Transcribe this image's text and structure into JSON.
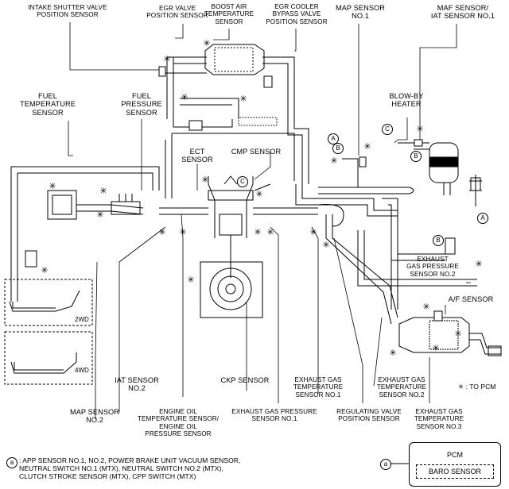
{
  "labels": {
    "intake_shutter": "INTAKE SHUTTER VALVE\nPOSITION SENSOR",
    "egr_valve": "EGR VALVE\nPOSITION SENSOR",
    "boost_air": "BOOST AIR\nTEMPERATURE\nSENSOR",
    "egr_cooler": "EGR COOLER\nBYPASS VALVE\nPOSITION SENSOR",
    "map1": "MAP SENSOR\nNO.1",
    "maf": "MAF SENSOR/\nIAT SENSOR NO.1",
    "fuel_temp": "FUEL\nTEMPERATURE\nSENSOR",
    "fuel_press": "FUEL\nPRESSURE\nSENSOR",
    "blowby": "BLOW-BY\nHEATER",
    "ect": "ECT\nSENSOR",
    "cmp": "CMP SENSOR",
    "exh_press2": "EXHAUST\nGAS PRESSURE\nSENSOR NO.2",
    "af": "A/F SENSOR",
    "iat2": "IAT SENSOR\nNO.2",
    "ckp": "CKP SENSOR",
    "egt1": "EXHAUST GAS\nTEMPERATURE\nSENSOR NO.1",
    "egt2": "EXHAUST GAS\nTEMPERATURE\nSENSOR NO.2",
    "map2": "MAP SENSOR\nNO.2",
    "oil": "ENGINE OIL\nTEMPERATURE SENSOR/\nENGINE OIL\nPRESSURE SENSOR",
    "exh_press1": "EXHAUST GAS PRESSURE\nSENSOR NO.1",
    "reg_valve": "REGULATING VALVE\nPOSITION SENSOR",
    "egt3": "EXHAUST GAS\nTEMPERATURE\nSENSOR NO.3"
  },
  "drive": {
    "wd2": "2WD",
    "wd4": "4WD"
  },
  "legend": {
    "to_pcm": "✳ : TO PCM",
    "a_marker": "a",
    "a_note": ": APP SENSOR NO.1, NO.2, POWER BRAKE UNIT VACUUM SENSOR,\nNEUTRAL SWITCH NO.1 (MTX), NEUTRAL SWITCH NO.2 (MTX),\nCLUTCH STROKE SENSOR (MTX), CPP SWITCH (MTX)"
  },
  "pcm": {
    "title": "PCM",
    "baro": "BARO SENSOR"
  },
  "connectors": {
    "a": "A",
    "b": "B",
    "c": "C"
  }
}
